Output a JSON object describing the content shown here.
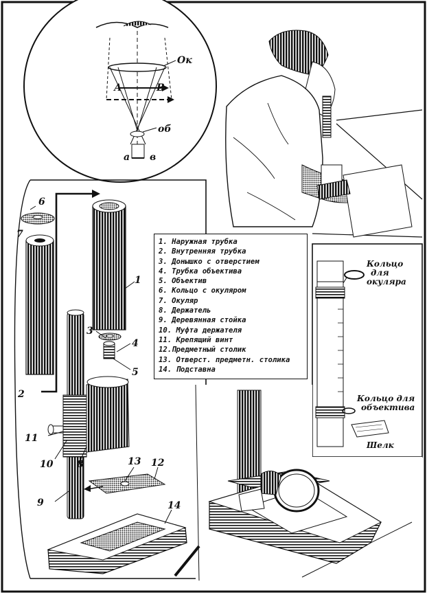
{
  "legend": {
    "items": [
      "1. Наружная трубка",
      "2. Внутренняя трубка",
      "3. Донышко с отверстием",
      "4. Трубка объектива",
      "5. Объектив",
      "6. Кольцо с окуляром",
      "7. Окуляр",
      "8. Держатель",
      "9. Деревянная стойка",
      "10. Муфта держателя",
      "11. Крепящий винт",
      "12.Предметный столик",
      "13. Отверст. предметн. столика",
      "14. Подставна"
    ]
  },
  "ray_diagram": {
    "ok": "Ок",
    "ob": "об",
    "A": "А",
    "B": "В",
    "a": "а",
    "b": "в"
  },
  "part_numbers": {
    "n1": "1",
    "n2": "2",
    "n3": "3",
    "n4": "4",
    "n5": "5",
    "n6": "6",
    "n7": "7",
    "n8": "8",
    "n9": "9",
    "n10": "10",
    "n11": "11",
    "n12": "12",
    "n13": "13",
    "n14": "14"
  },
  "right_panel": {
    "eyepiece_ring": "Кольцо для окуляра",
    "eyepiece_ring_lines": [
      "Кольцо",
      "для",
      "окуляра"
    ],
    "objective_ring_lines": [
      "Кольцо для",
      "объектива"
    ],
    "silk": "Шелк"
  }
}
